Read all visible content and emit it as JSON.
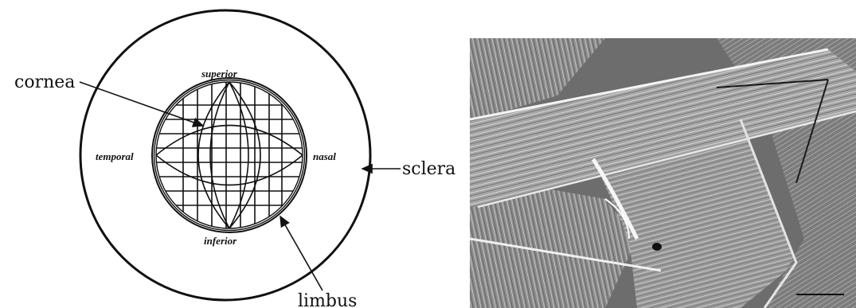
{
  "diagram": {
    "labels": {
      "cornea": "cornea",
      "sclera": "sclera",
      "limbus": "limbus",
      "superior": "superior",
      "inferior": "inferior",
      "temporal": "temporal",
      "nasal": "nasal"
    }
  },
  "micrograph": {
    "tone_dark": "#3a3a3a",
    "tone_mid": "#8a8a8a",
    "tone_light": "#d8d8d8"
  }
}
